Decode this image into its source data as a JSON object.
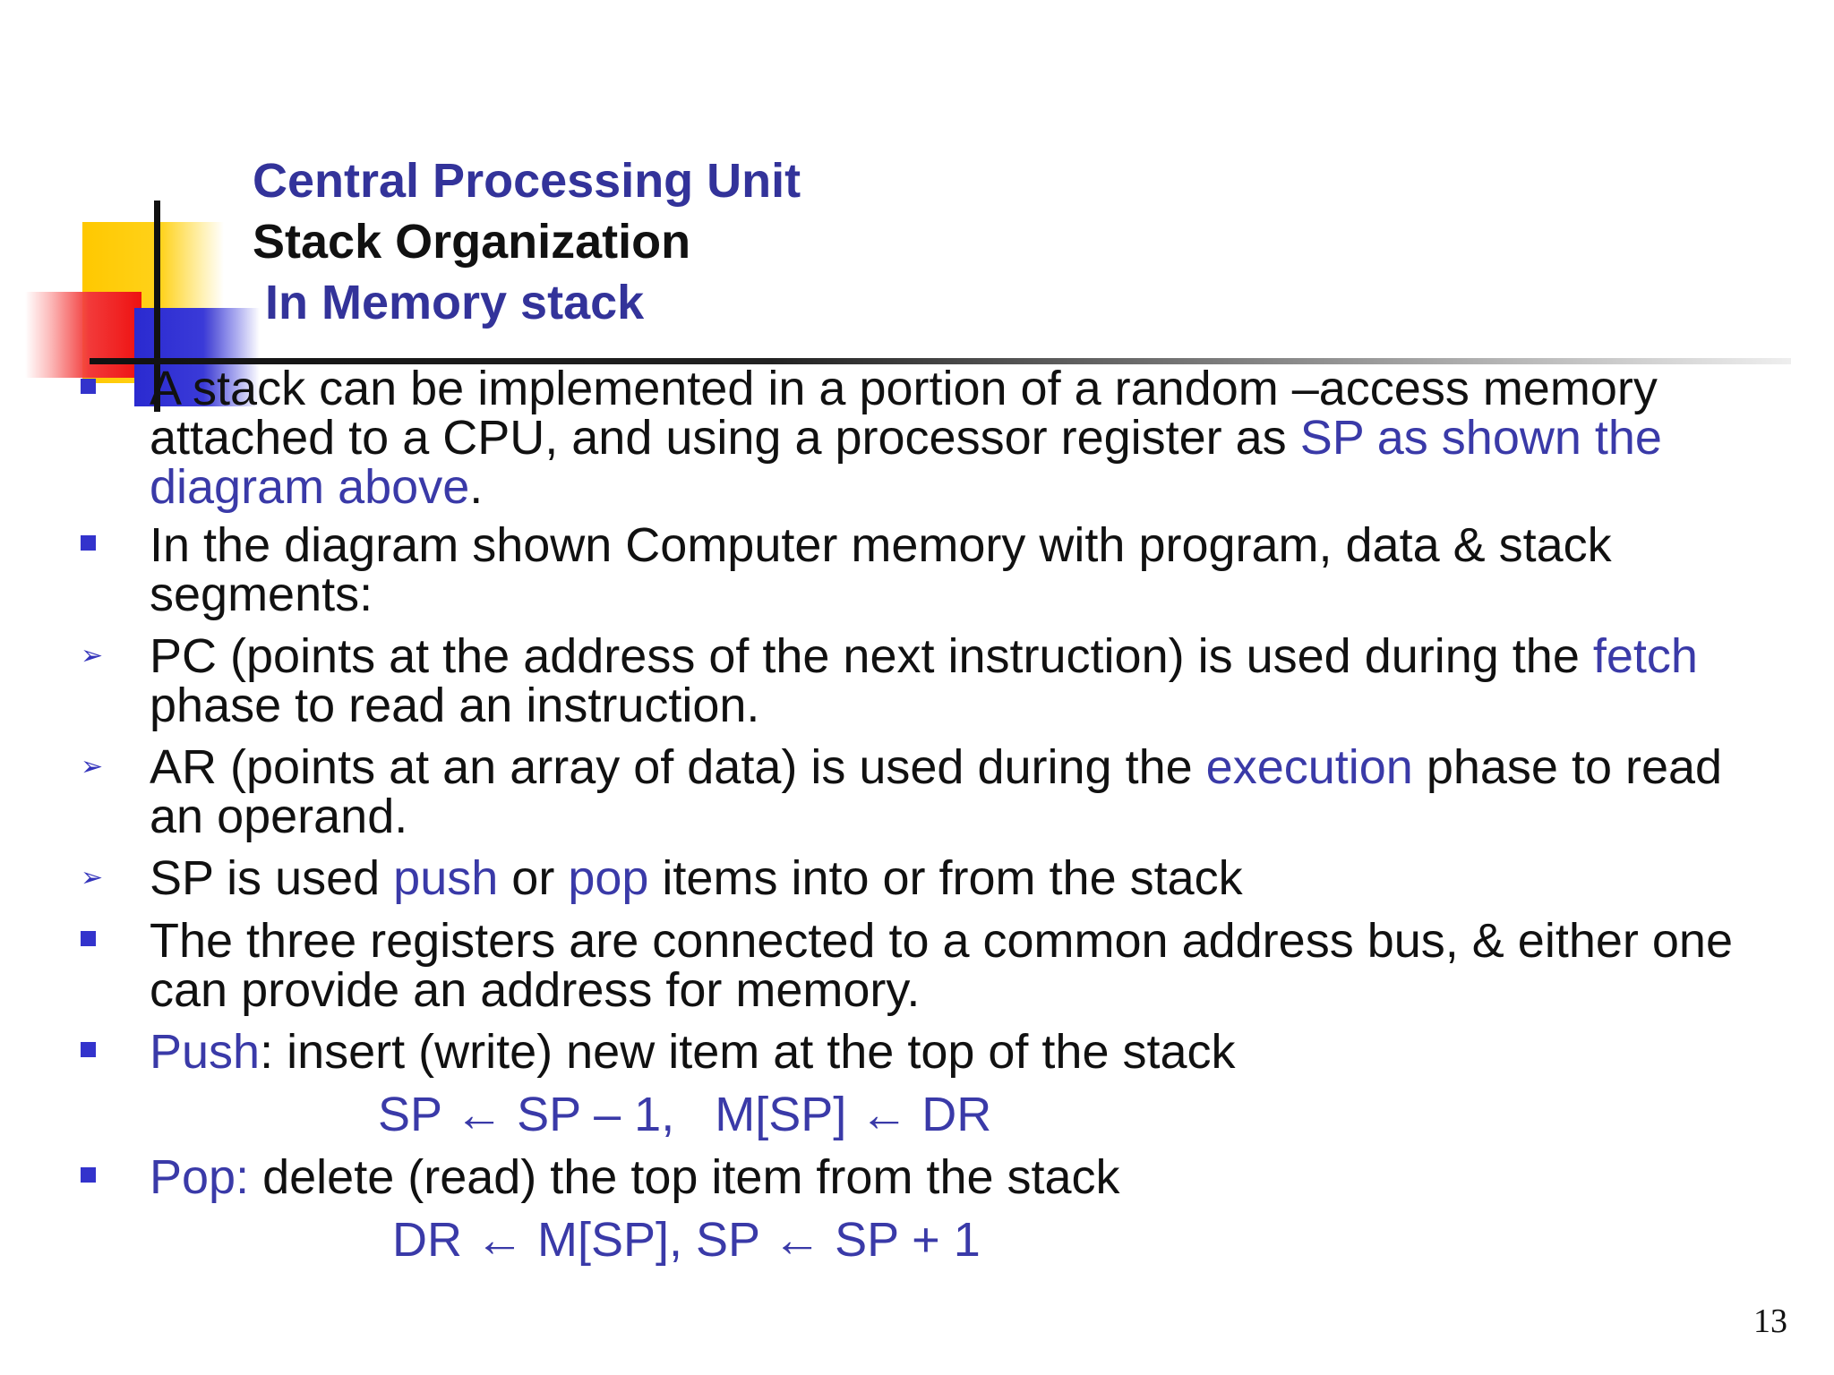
{
  "title": {
    "line1": "Central Processing Unit",
    "line2": "Stack Organization",
    "line3": "In Memory stack"
  },
  "colors": {
    "accent_blue": "#3a3aa8",
    "title_blue": "#33339a",
    "bullet_blue": "#3333cc",
    "text": "#111111"
  },
  "bullets": [
    {
      "marker": "square",
      "parts": [
        {
          "text": "A stack can be implemented in a portion of a random –access memory attached to a CPU, and using a processor register as "
        },
        {
          "text": "SP as shown the diagram above",
          "highlight": true
        },
        {
          "text": "."
        }
      ]
    },
    {
      "marker": "square",
      "parts": [
        {
          "text": "In the diagram shown Computer memory with program, data & stack segments:"
        }
      ]
    },
    {
      "marker": "arrow",
      "parts": [
        {
          "text": "PC (points at the address of the next instruction) is used during the "
        },
        {
          "text": "fetch",
          "highlight": true
        },
        {
          "text": " phase to read an instruction."
        }
      ]
    },
    {
      "marker": "arrow",
      "parts": [
        {
          "text": "AR (points at an array of data) is used during the "
        },
        {
          "text": "execution",
          "highlight": true
        },
        {
          "text": " phase to read an operand."
        }
      ]
    },
    {
      "marker": "arrow",
      "parts": [
        {
          "text": "SP is used "
        },
        {
          "text": "push",
          "highlight": true
        },
        {
          "text": " or "
        },
        {
          "text": "pop",
          "highlight": true
        },
        {
          "text": " items into or from the stack"
        }
      ]
    },
    {
      "marker": "square",
      "parts": [
        {
          "text": "The three registers are connected to a common address bus, & either one can provide an address for memory."
        }
      ]
    },
    {
      "marker": "square",
      "parts": [
        {
          "text": "Push",
          "highlight": true
        },
        {
          "text": ": insert (write) new item at the top of the stack"
        }
      ]
    },
    {
      "marker": "square",
      "parts": [
        {
          "text": "Pop:",
          "highlight": true
        },
        {
          "text": " delete (read) the top item from the stack"
        }
      ]
    }
  ],
  "formulas": {
    "push": "SP ← SP – 1,   M[SP] ← DR",
    "pop": "DR ← M[SP], SP ← SP + 1"
  },
  "page_number": "13"
}
